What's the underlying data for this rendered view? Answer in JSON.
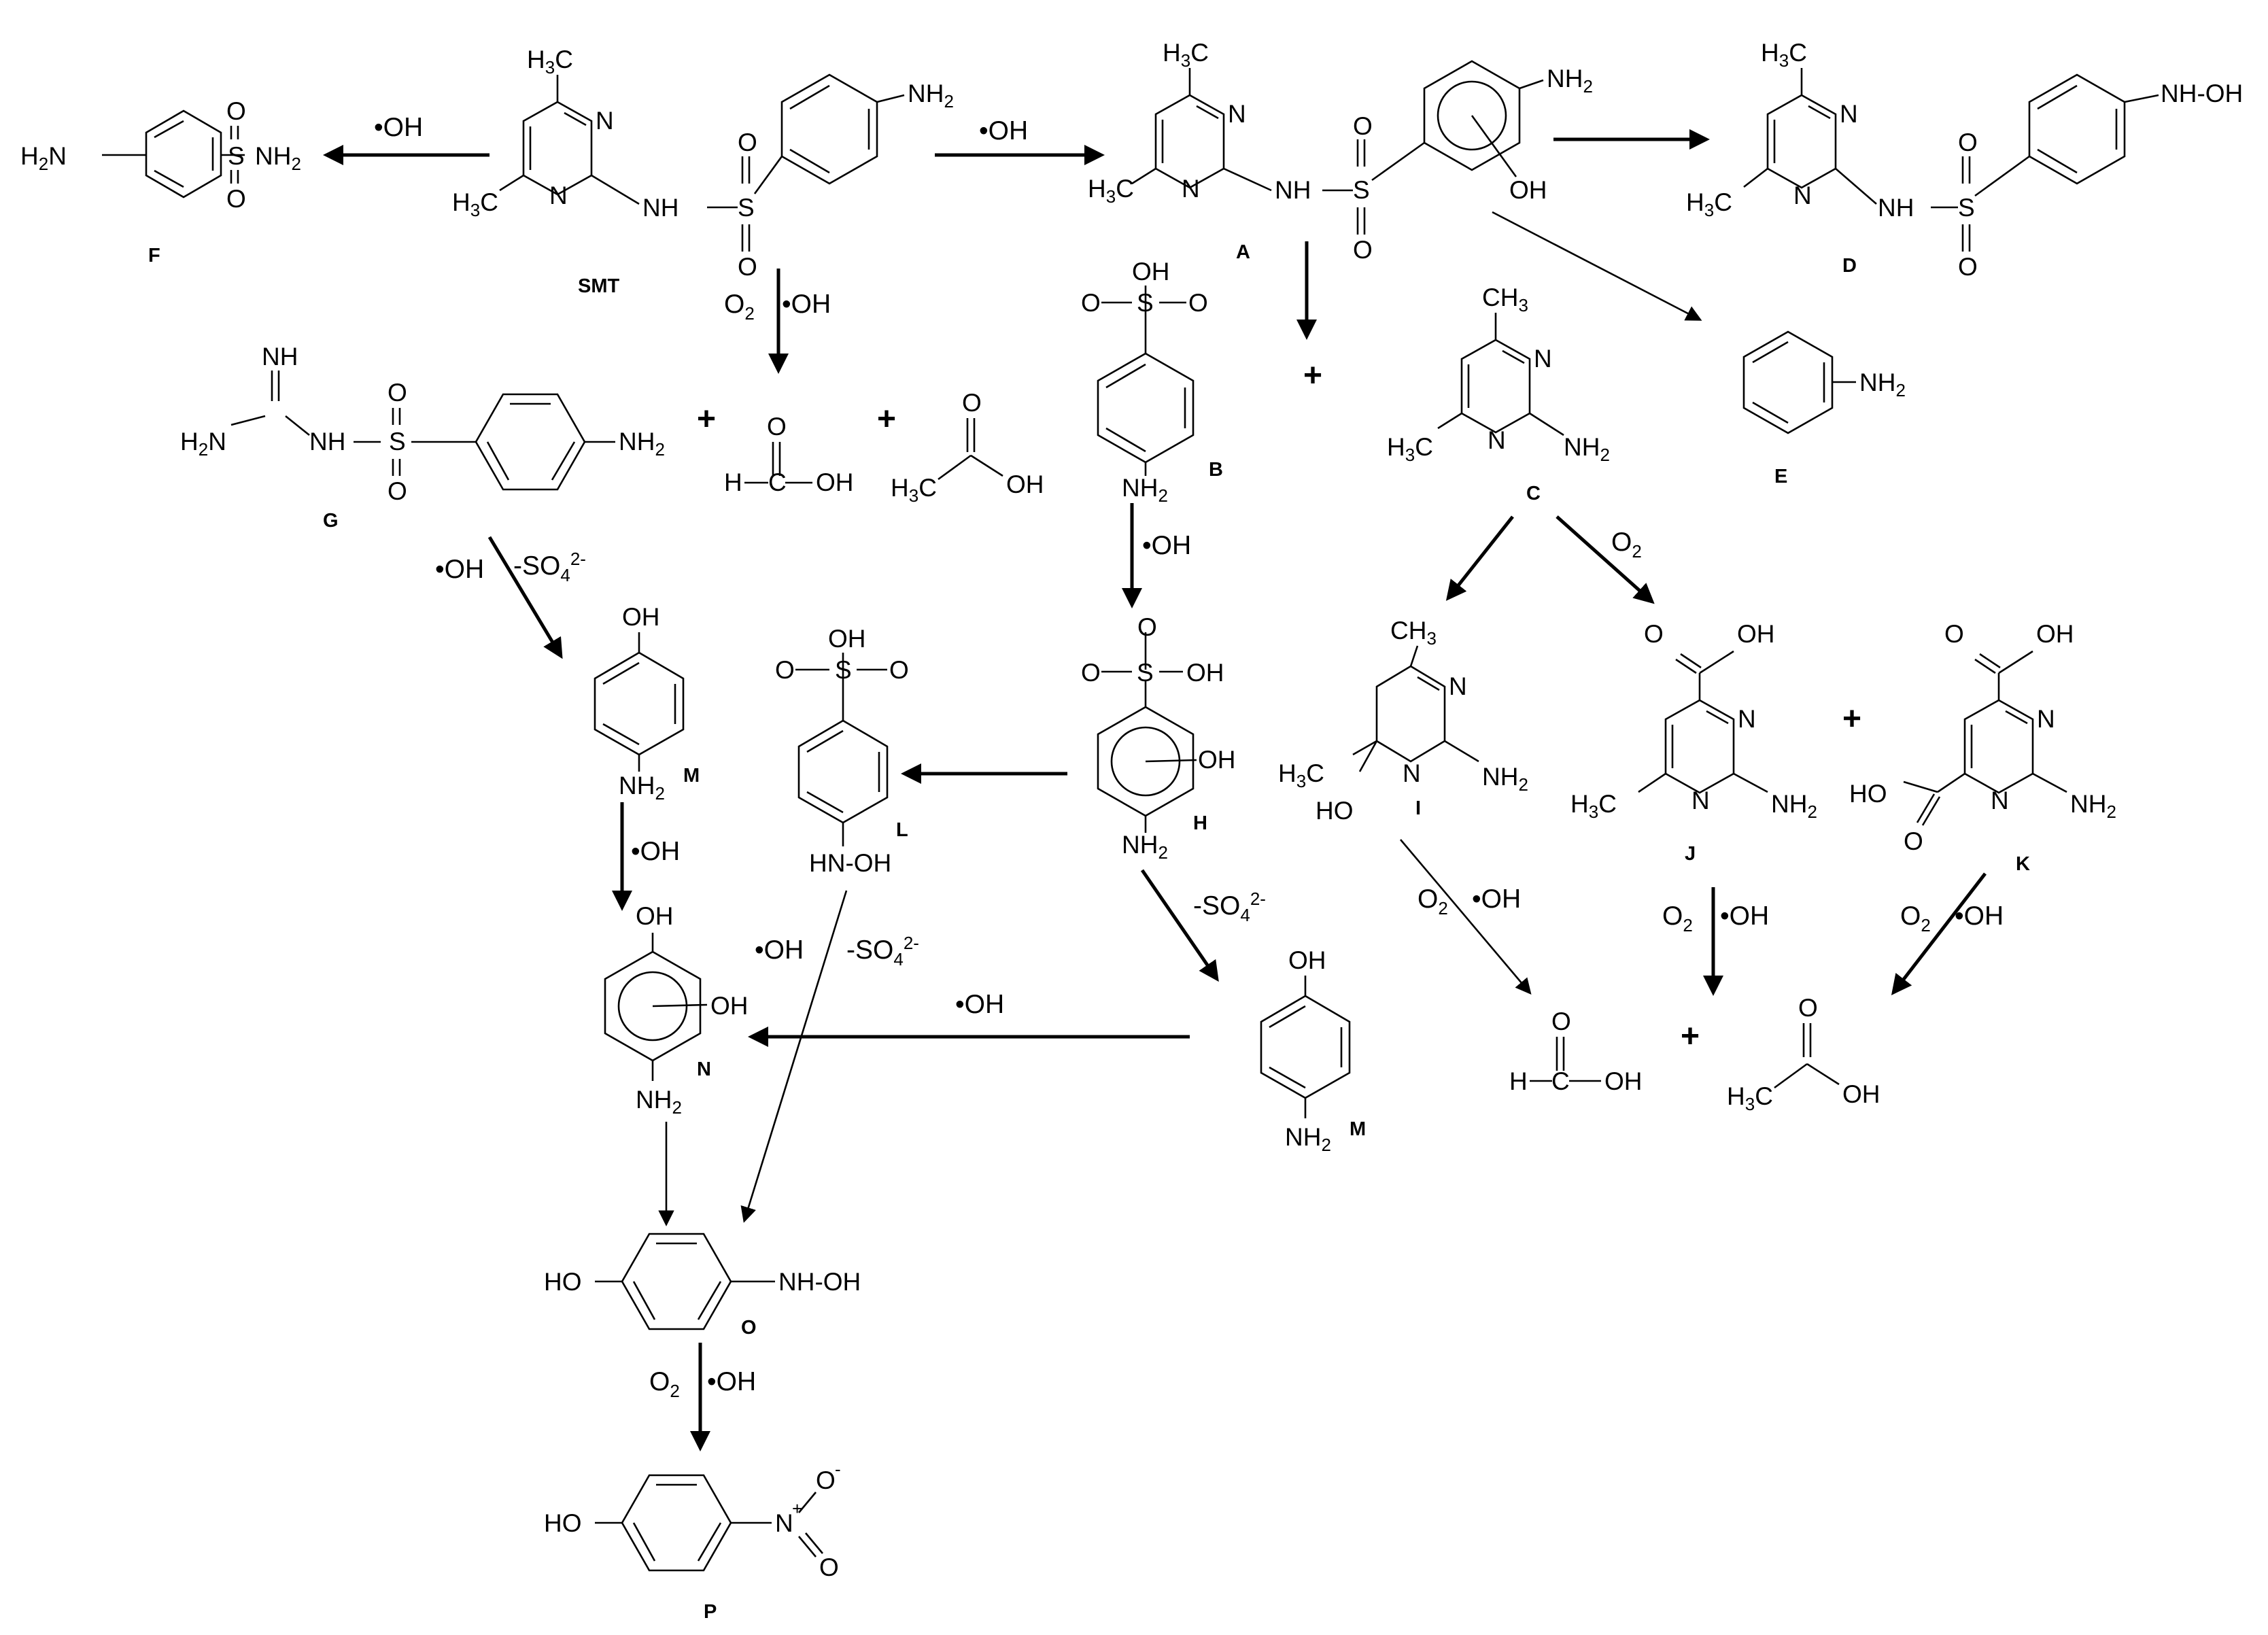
{
  "compounds": {
    "smt": "SMT",
    "a": "A",
    "b": "B",
    "c": "C",
    "d": "D",
    "e": "E",
    "f": "F",
    "g": "G",
    "h": "H",
    "i": "I",
    "j": "J",
    "k": "K",
    "l": "L",
    "m": "M",
    "n": "N",
    "o": "O",
    "p": "P"
  },
  "conditions": {
    "oh": "•OH",
    "o2": "O",
    "o2_sub": "2",
    "so4": "-SO",
    "so4_sub": "4",
    "so4_sup": "2-"
  },
  "atoms": {
    "nh2": "NH",
    "h2n": "H",
    "h2n_n": "N",
    "two": "2",
    "nh": "NH",
    "s": "S",
    "o": "O",
    "n": "N",
    "h3c": "H",
    "three": "3",
    "c_letter": "C",
    "ch3": "CH",
    "oh": "OH",
    "ho": "HO",
    "nhoh": "NH-OH",
    "hnoh": "HN-OH",
    "h": "H",
    "plus": "+",
    "n_plus": "+",
    "minus": "-"
  },
  "palette": {
    "ink": "#000000",
    "background": "#ffffff"
  }
}
